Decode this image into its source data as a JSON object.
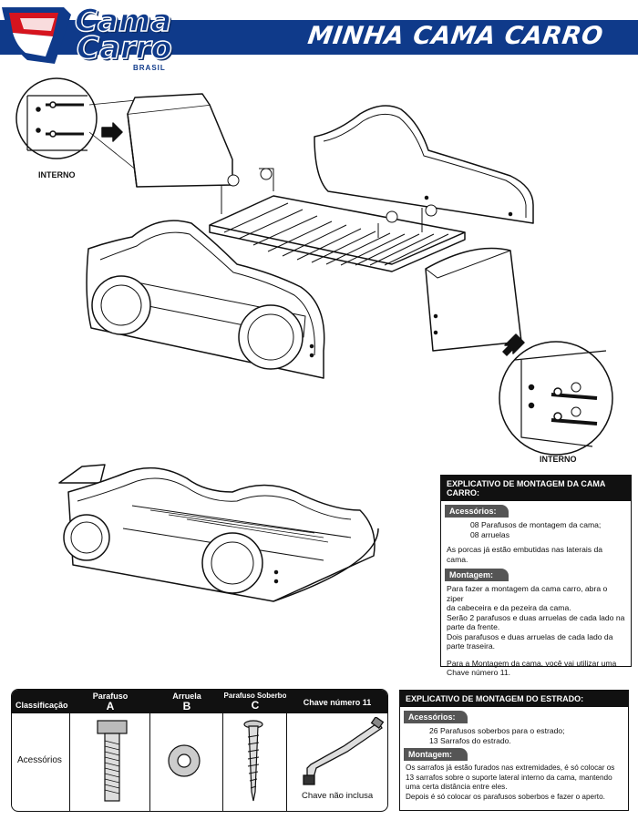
{
  "header": {
    "logo": {
      "word1": "Cama",
      "word2": "Carro",
      "word3": "BRASIL"
    },
    "title": "MINHA CAMA CARRO"
  },
  "labels": {
    "interno_top": "INTERNO",
    "interno_bottom": "INTERNO",
    "screw_code": "C",
    "bolt_code": "A"
  },
  "bed_instructions": {
    "title": "EXPLICATIVO DE MONTAGEM DA CAMA CARRO:",
    "acessorios_label": "Acessórios:",
    "acessorios_items": [
      "08 Parafusos de montagem da cama;",
      "08 arruelas"
    ],
    "acessorios_note": "As porcas já estão embutidas nas laterais da cama.",
    "montagem_label": "Montagem:",
    "montagem_text": [
      "Para fazer a montagem da cama carro, abra o ziper",
      "da cabeceira e da pezeira da cama.",
      "Serão 2 parafusos e duas arruelas de cada lado na",
      "parte da frente.",
      "Dois parafusos e duas arruelas de cada lado da",
      "parte traseira."
    ],
    "chave_text": [
      "Para a Montagem da cama, você vai utilizar uma",
      "Chave número 11."
    ]
  },
  "slat_instructions": {
    "title": "EXPLICATIVO DE MONTAGEM DO ESTRADO:",
    "acessorios_label": "Acessórios:",
    "acessorios_items": [
      "26 Parafusos soberbos para o estrado;",
      "13 Sarrafos do estrado."
    ],
    "montagem_label": "Montagem:",
    "montagem_text": [
      "Os sarrafos já estão furados nas extremidades, é só colocar os",
      "13 sarrafos sobre o suporte lateral interno da cama, mantendo",
      "uma certa distância entre eles.",
      "Depois é só colocar os parafusos soberbos e fazer o aperto."
    ]
  },
  "accessories_table": {
    "col_classificacao": "Classificação",
    "col_parafuso": "Parafuso",
    "col_parafuso_code": "A",
    "col_arruela": "Arruela",
    "col_arruela_code": "B",
    "col_soberbo": "Parafuso Soberbo",
    "col_soberbo_code": "C",
    "col_chave": "Chave número 11",
    "row_label": "Acessórios",
    "chave_note": "Chave não inclusa"
  }
}
